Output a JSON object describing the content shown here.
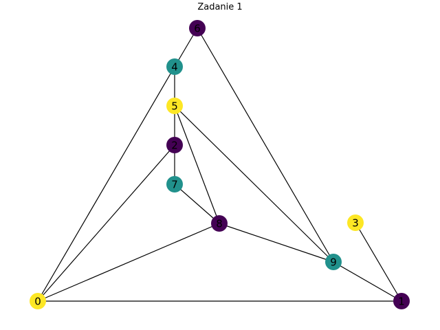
{
  "title": "Zadanie 1",
  "palette": {
    "purple": "#440154",
    "teal": "#21918c",
    "yellow": "#fde725"
  },
  "nodes": [
    {
      "id": "0",
      "color": "yellow"
    },
    {
      "id": "1",
      "color": "purple"
    },
    {
      "id": "2",
      "color": "purple"
    },
    {
      "id": "3",
      "color": "yellow"
    },
    {
      "id": "4",
      "color": "teal"
    },
    {
      "id": "5",
      "color": "yellow"
    },
    {
      "id": "6",
      "color": "purple"
    },
    {
      "id": "7",
      "color": "teal"
    },
    {
      "id": "8",
      "color": "purple"
    },
    {
      "id": "9",
      "color": "teal"
    }
  ],
  "edges": [
    [
      "6",
      "4"
    ],
    [
      "6",
      "9"
    ],
    [
      "4",
      "5"
    ],
    [
      "4",
      "0"
    ],
    [
      "5",
      "2"
    ],
    [
      "5",
      "8"
    ],
    [
      "5",
      "9"
    ],
    [
      "2",
      "7"
    ],
    [
      "2",
      "0"
    ],
    [
      "7",
      "8"
    ],
    [
      "8",
      "0"
    ],
    [
      "8",
      "9"
    ],
    [
      "9",
      "1"
    ],
    [
      "3",
      "1"
    ],
    [
      "0",
      "1"
    ]
  ]
}
